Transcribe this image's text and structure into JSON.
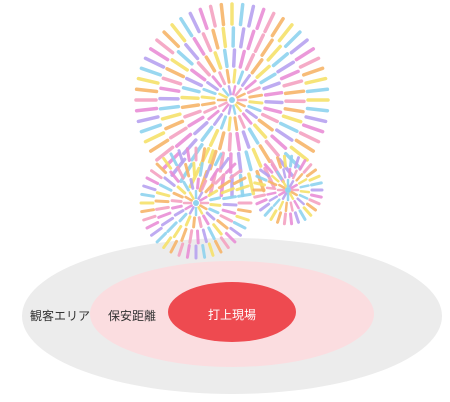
{
  "zones": {
    "audience_label": "観客エリア",
    "safety_label": "保安距離",
    "launch_label": "打上現場"
  },
  "colors": {
    "audience_zone": "#ececec",
    "safety_zone": "#fbdde0",
    "launch_zone": "#ee4a50",
    "firework_palette": [
      "#f4a3c1",
      "#f7b56a",
      "#f6e26b",
      "#8fd3ef",
      "#b7a3f0",
      "#e98fd6"
    ]
  },
  "illustration": {
    "fireworks_count": 3,
    "icon": "firework-burst-icon"
  }
}
